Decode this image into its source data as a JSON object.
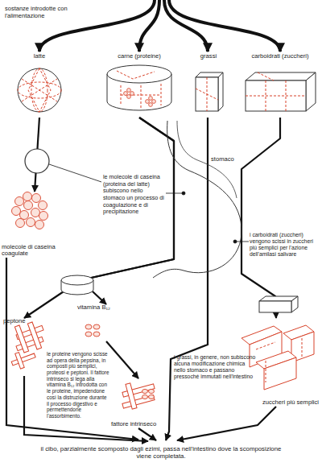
{
  "diagram": {
    "nodes": [
      {
        "text": [
          "latte"
        ]
      },
      {
        "text": [
          "carne (proteine)"
        ]
      },
      {
        "text": [
          "grassi"
        ]
      },
      {
        "text": [
          "carboidrati (zuccheri)"
        ]
      },
      {
        "text": [
          "stomaco"
        ]
      },
      {
        "text": [
          "molecole di caseina coagulate"
        ]
      },
      {
        "text": [
          "peptone"
        ]
      },
      {
        "text": [
          "vitamina B₁₂"
        ]
      },
      {
        "text": [
          "fattore intrinseco"
        ]
      },
      {
        "text": [
          "zuccheri più semplici"
        ]
      }
    ],
    "edges": [
      {
        "from": 0,
        "to": 5,
        "arrow": "to"
      },
      {
        "from": 1,
        "to": 6,
        "arrow": "to"
      },
      {
        "from": 1,
        "to": 7,
        "arrow": "to"
      },
      {
        "from": 7,
        "to": 8,
        "arrow": "to"
      },
      {
        "from": 3,
        "to": 9,
        "arrow": "to"
      }
    ],
    "labels": [
      "sostanze introdotte con l'alimentazione",
      "le molecole di caseina (proteina del latte) subiscono nello stomaco un processo di coagulazione e di precipitazione",
      "i carboidrati (zuccheri) vengono scissi in zuccheri più semplici per l'azione dell'amilasi salivare",
      "le proteine vengono scisse ad opera della pepsina, in composti più semplici, proteosi e peptoni. Il fattore intrinseco si lega alla vitamina B₁₂ introdotta con le proteine, impedendone così la distruzione durante il processo digestivo e permettendone l'assorbimento.",
      "i grassi, in genere, non subiscono alcuna modificazione chimica nello stomaco e passano pressoché immutati nell'intestino",
      "il cibo, parzialmente scomposto dagli ezimi, passa nell'intestino dove la scomposizione viene completata."
    ]
  }
}
